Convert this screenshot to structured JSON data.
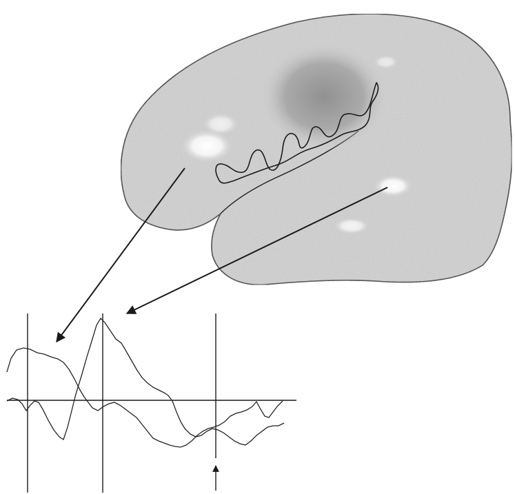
{
  "figure": {
    "type": "brain-surface-with-waveforms",
    "colors": {
      "background": "#ffffff",
      "brain_fill": "#d2d2d2",
      "outline": "#1a1a1a",
      "active_dark": "#9a9a9a",
      "hotspot": "#ffffff",
      "trace": "#222222"
    },
    "annotations": {
      "arrow_count": 3,
      "vertical_markers": 3
    }
  }
}
